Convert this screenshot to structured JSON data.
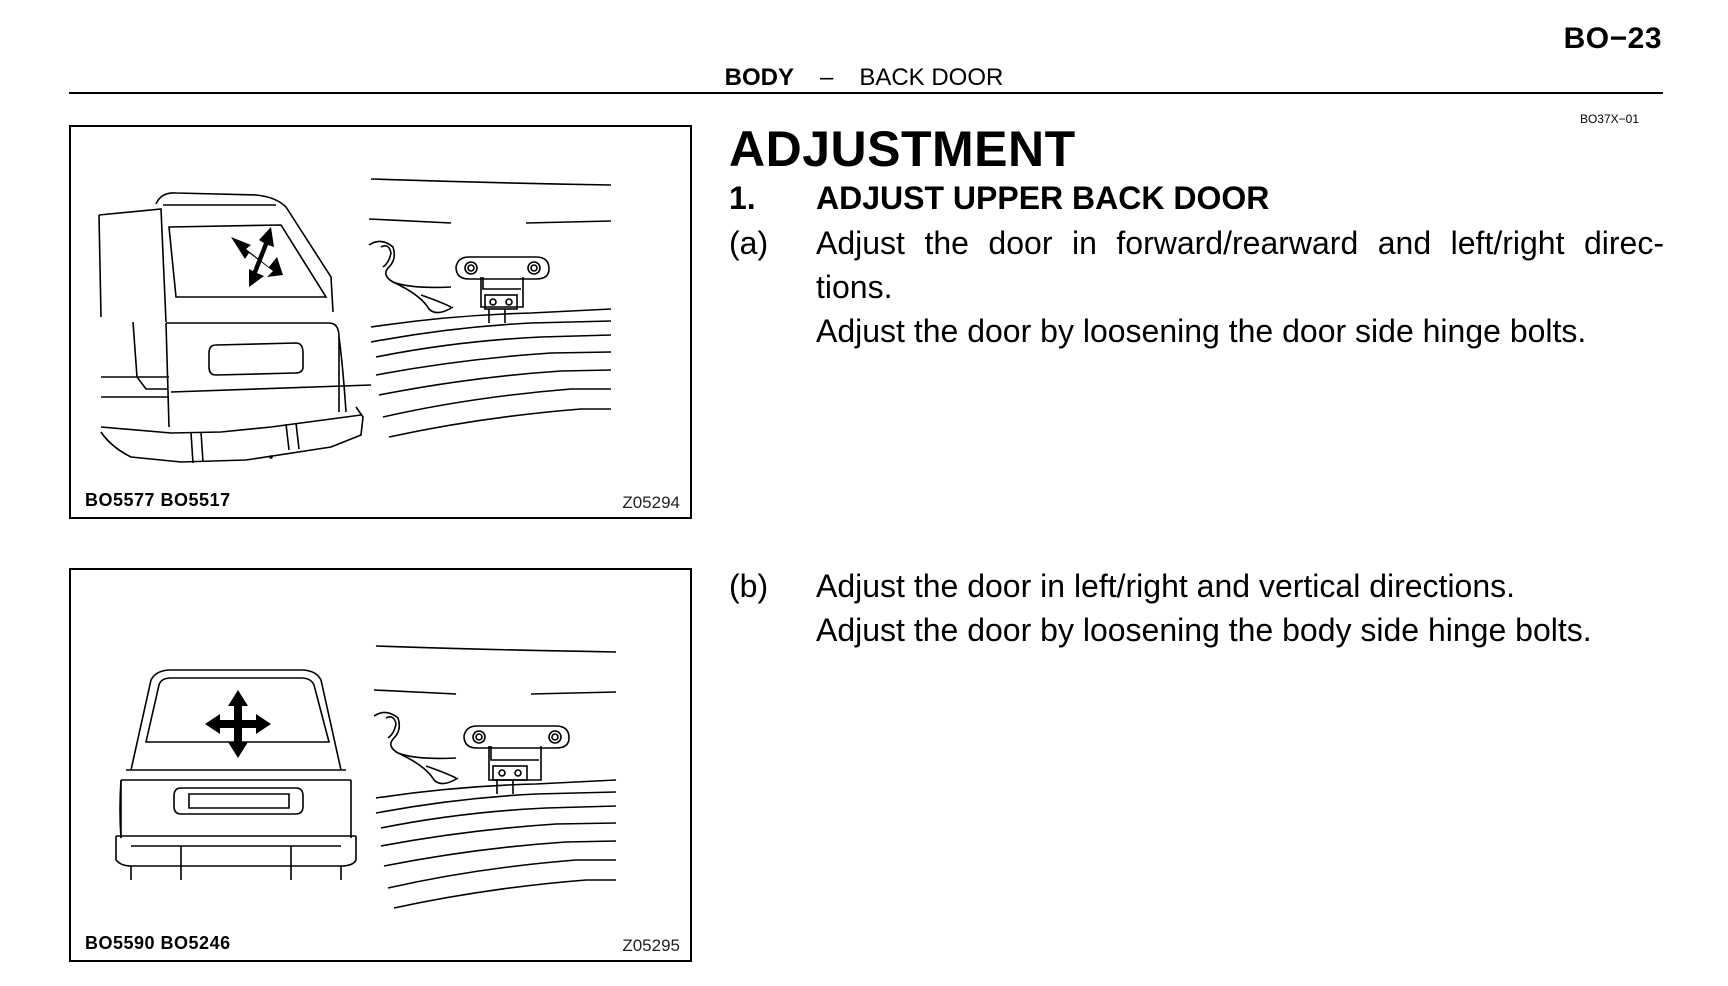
{
  "header": {
    "page_number": "BO−23",
    "section": "BODY",
    "separator": "–",
    "subsection": "BACK DOOR",
    "doc_code": "BO37X−01"
  },
  "figures": [
    {
      "ref_left": "BO5577  BO5517",
      "ref_right": "Z05294"
    },
    {
      "ref_left": "BO5590  BO5246",
      "ref_right": "Z05295"
    }
  ],
  "content": {
    "heading": "ADJUSTMENT",
    "step1": {
      "number": "1.",
      "title": "ADJUST UPPER BACK DOOR"
    },
    "sub_a": {
      "label": "(a)",
      "line1": "Adjust the door in forward/rearward and left/right direc-tions.",
      "line2": "Adjust the door by loosening the door side hinge bolts."
    },
    "sub_b": {
      "label": "(b)",
      "line1": "Adjust the door in left/right and vertical directions.",
      "line2": "Adjust the door by loosening the body side hinge bolts."
    }
  }
}
